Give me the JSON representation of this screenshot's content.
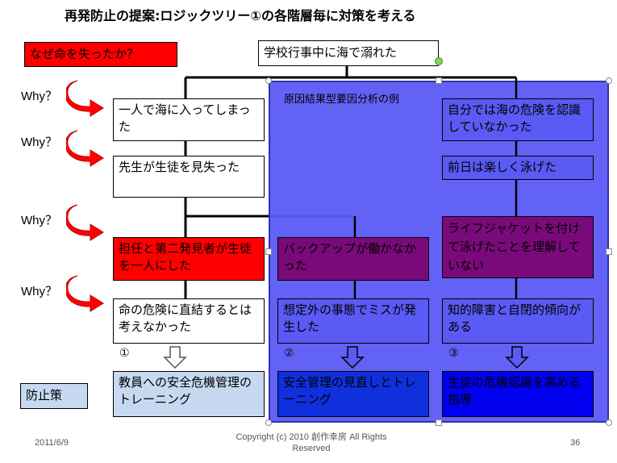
{
  "title": "再発防止の提案:ロジックツリー①の各階層毎に対策を考える",
  "question_label": "なぜ命を失ったか？",
  "root": "学校行事中に海で溺れた",
  "why_labels": [
    "Why？",
    "Why？",
    "Why？",
    "Why？"
  ],
  "overlay_label": "原因結果型要因分析の例",
  "col1": {
    "nodes": [
      "一人で海に入ってしまった",
      "先生が生徒を見失った",
      "担任と第二発見者が生徒を一人にした",
      "命の危険に直結するとは考えなかった"
    ],
    "number": "①",
    "measure": "教員への安全危機管理のトレーニング"
  },
  "col2": {
    "nodes": [
      "バックアップが働かなかった",
      "想定外の事態でミスが発生した"
    ],
    "number": "②",
    "measure": "安全管理の見直しとトレーニング"
  },
  "col3": {
    "nodes": [
      "自分では海の危険を認識していなかった",
      "前日は楽しく泳げた",
      "ライフジャケットを付けて泳げたことを理解していない",
      "知的障害と自閉的傾向がある"
    ],
    "number": "③",
    "measure": "生徒の危機認識を高める指導"
  },
  "prevention_label": "防止策",
  "footer": {
    "date": "2011/6/9",
    "copyright": "Copyright (c)  2010 創作幸房 All Rights Reserved",
    "page": "36"
  },
  "colors": {
    "red_box": "#ff0000",
    "overlay": "#5a5af5",
    "purple_box": "#7a0a7a",
    "blue_box": "#0000ee",
    "measure_box": "#c6d9f1"
  }
}
